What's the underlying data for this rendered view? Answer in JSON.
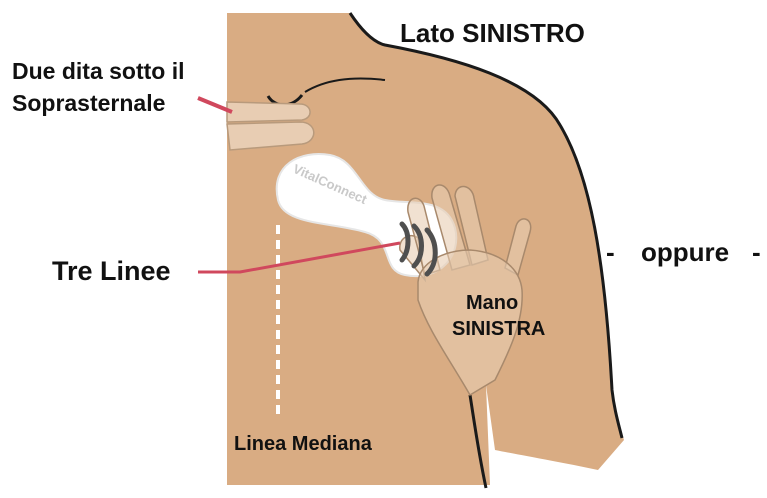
{
  "title": "Lato SINISTRO",
  "labels": {
    "two_fingers_line1": "Due dita sotto il",
    "two_fingers_line2": "Soprasternale",
    "three_lines": "Tre Linee",
    "oppure": "oppure",
    "dash": "-",
    "hand_line1": "Mano",
    "hand_line2": "SINISTRA",
    "midline": "Linea Mediana"
  },
  "patch_brand": "VitalConnect",
  "colors": {
    "skin": "#d9ac83",
    "skin_outline": "#1a1a1a",
    "fingers": "#e8cdb3",
    "patch": "#ffffff",
    "leader_line": "#d0485d",
    "midline": "#ffffff",
    "text": "#111111"
  }
}
